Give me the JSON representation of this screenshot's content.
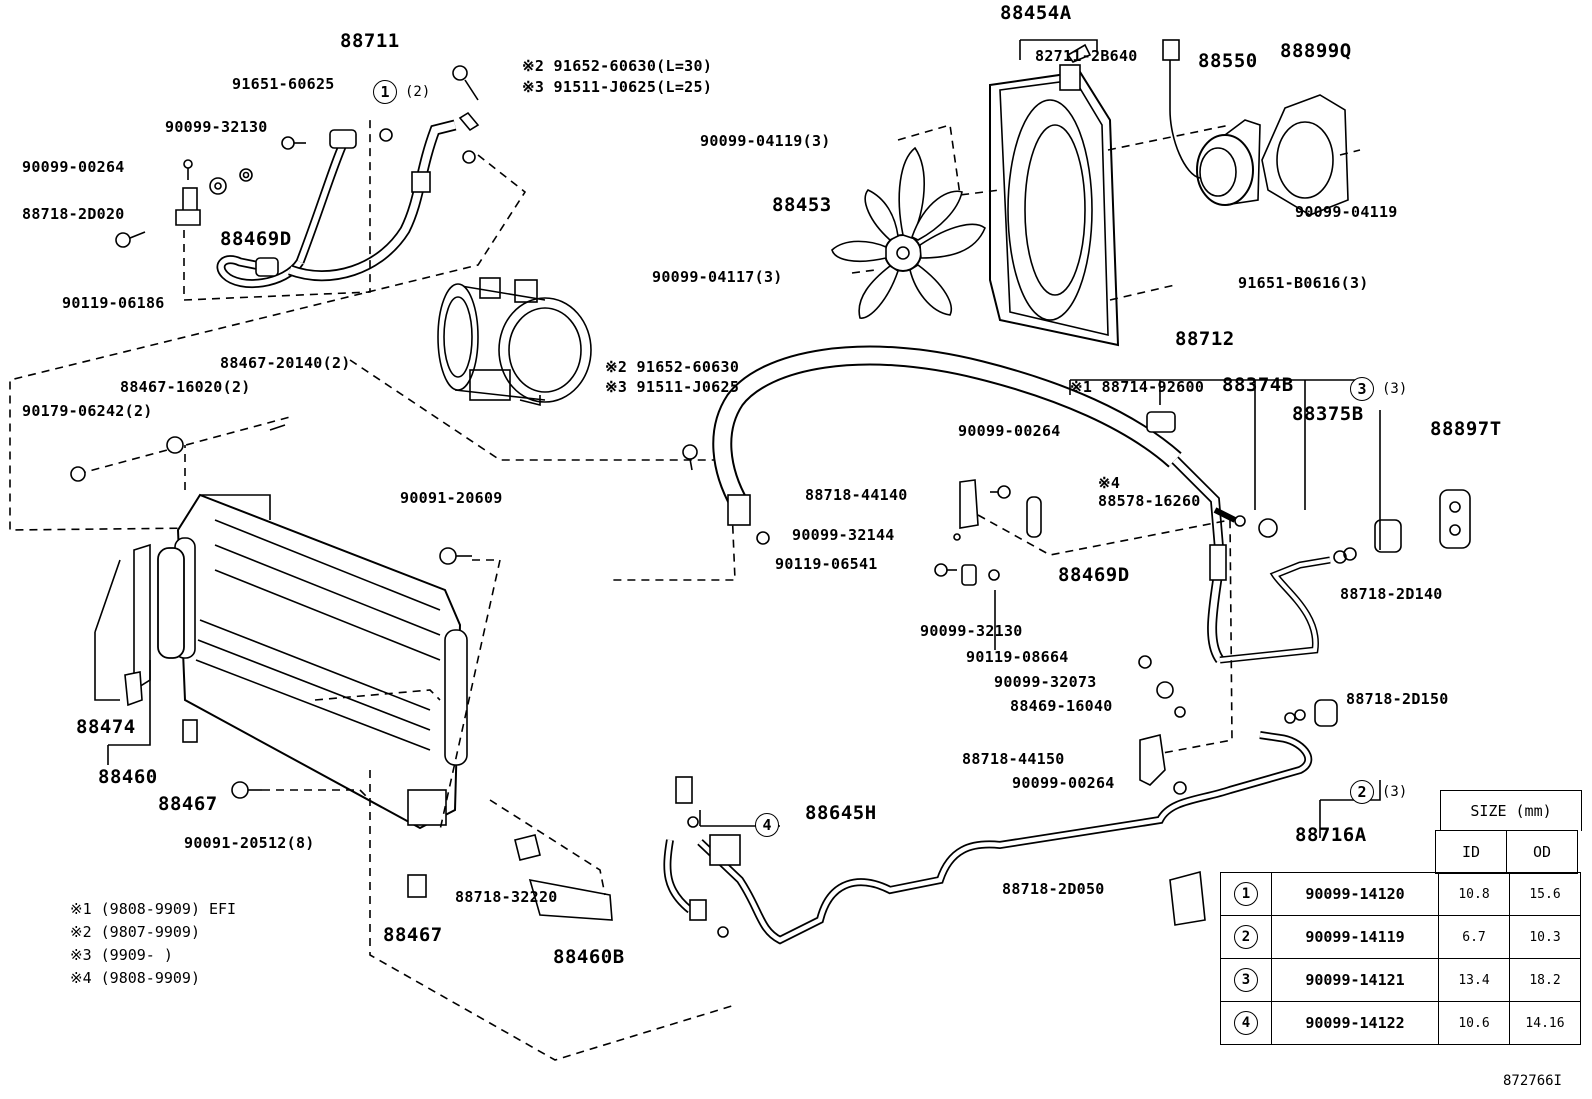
{
  "part_labels": {
    "p88711": "88711",
    "p91651_60625": "91651-60625",
    "p90099_32130_a": "90099-32130",
    "p90099_00264_a": "90099-00264",
    "p88718_2D020": "88718-2D020",
    "p88469D_a": "88469D",
    "p90119_06186": "90119-06186",
    "p91652_60630_a": "※2 91652-60630(L=30)",
    "p91511_J0625_a": "※3 91511-J0625(L=25)",
    "p88454A": "88454A",
    "p82711_2B640": "82711-2B640",
    "p88550": "88550",
    "p88899Q": "88899Q",
    "p90099_04119_3": "90099-04119(3)",
    "p88453": "88453",
    "p90099_04119": "90099-04119",
    "p90099_04117_3": "90099-04117(3)",
    "p91651_B0616_3": "91651-B0616(3)",
    "p88712": "88712",
    "p88714_92600": "※1 88714-92600",
    "p88374B": "88374B",
    "p88375B": "88375B",
    "p88897T": "88897T",
    "p88467_20140": "88467-20140(2)",
    "p88467_16020": "88467-16020(2)",
    "p90179_06242": "90179-06242(2)",
    "p91652_60630_b": "※2 91652-60630",
    "p91511_J0625_b": "※3 91511-J0625",
    "p90099_00264_b": "90099-00264",
    "p88718_44140": "88718-44140",
    "p88578_16260": "88578-16260",
    "p_note4": "※4",
    "p90099_32144": "90099-32144",
    "p90119_06541": "90119-06541",
    "p88469D_b": "88469D",
    "p90099_32130_b": "90099-32130",
    "p88718_2D140": "88718-2D140",
    "p90091_20609": "90091-20609",
    "p90119_08664": "90119-08664",
    "p90099_32073": "90099-32073",
    "p88469_16040": "88469-16040",
    "p88718_2D150": "88718-2D150",
    "p88718_44150": "88718-44150",
    "p90099_00264_c": "90099-00264",
    "p88474": "88474",
    "p88460": "88460",
    "p88467_a": "88467",
    "p90091_20512": "90091-20512(8)",
    "p88645H": "88645H",
    "p88716A": "88716A",
    "p88718_2D050": "88718-2D050",
    "p88718_32220": "88718-32220",
    "p88467_b": "88467",
    "p88460B": "88460B"
  },
  "ring_callouts": [
    {
      "num": "1",
      "qty": "(2)"
    },
    {
      "num": "3",
      "qty": "(3)"
    },
    {
      "num": "2",
      "qty": "(3)"
    },
    {
      "num": "4",
      "qty": ""
    }
  ],
  "notes": [
    "※1 (9808-9909) EFI",
    "※2 (9807-9909)",
    "※3 (9909-        )",
    "※4 (9808-9909)"
  ],
  "size_table": {
    "title": "SIZE (mm)",
    "col_id": "ID",
    "col_od": "OD",
    "rows": [
      {
        "num": "1",
        "part": "90099-14120",
        "id": "10.8",
        "od": "15.6"
      },
      {
        "num": "2",
        "part": "90099-14119",
        "id": "6.7",
        "od": "10.3"
      },
      {
        "num": "3",
        "part": "90099-14121",
        "id": "13.4",
        "od": "18.2"
      },
      {
        "num": "4",
        "part": "90099-14122",
        "id": "10.6",
        "od": "14.16"
      }
    ]
  },
  "figure_ref": "872766I"
}
